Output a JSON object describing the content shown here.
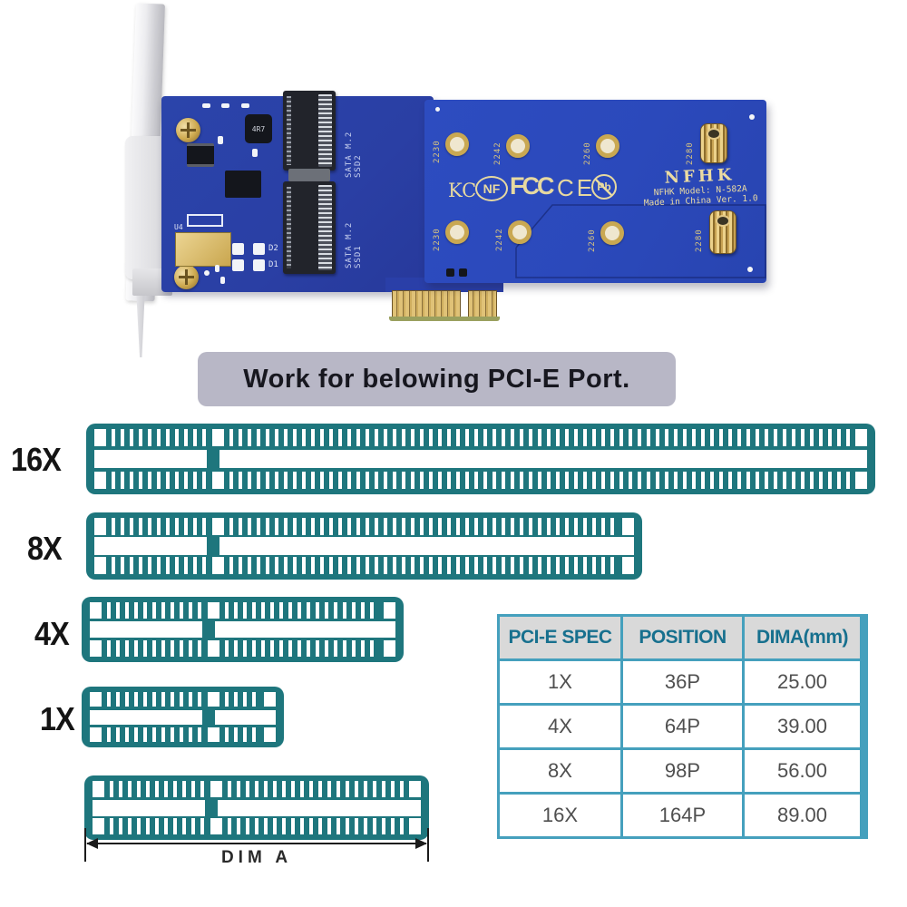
{
  "banner": {
    "text": "Work for belowing PCI-E Port."
  },
  "product_photo": {
    "brand": "NFHK",
    "model_line": "NFHK Model: N-582A",
    "made_line": "Made in China Ver. 1.0",
    "cert_marks": {
      "kc": "KC",
      "nf": "NF",
      "fcc": "FCC",
      "ce": "CE",
      "pb": "Pb"
    },
    "m2_slots": {
      "ssd2": "SATA M.2 SSD2",
      "ssd1": "SATA M.2 SSD1"
    },
    "hole_labels_row1": [
      "2230",
      "2242",
      "2260",
      "2280"
    ],
    "hole_labels_row2": [
      "2230",
      "2242",
      "2260",
      "2280"
    ],
    "components": {
      "inductor": "4R7",
      "u4": "U4",
      "d2": "D2",
      "d1": "D1"
    }
  },
  "slots": {
    "s16": "16X",
    "s8": "8X",
    "s4": "4X",
    "s1": "1X"
  },
  "dimension": {
    "label": "DIM A"
  },
  "table": {
    "headers": [
      "PCI-E SPEC",
      "POSITION",
      "DIMA(mm)"
    ],
    "rows": [
      [
        "1X",
        "36P",
        "25.00"
      ],
      [
        "4X",
        "64P",
        "39.00"
      ],
      [
        "8X",
        "98P",
        "56.00"
      ],
      [
        "16X",
        "164P",
        "89.00"
      ]
    ]
  },
  "colors": {
    "pcb_blue": "#2a44ab",
    "plate_blue": "#2c4bbe",
    "slot_teal": "#1e767d",
    "table_border": "#45a0bd",
    "header_text": "#17708e",
    "banner_bg": "#b8b7c6",
    "gold": "#d9bc72"
  }
}
